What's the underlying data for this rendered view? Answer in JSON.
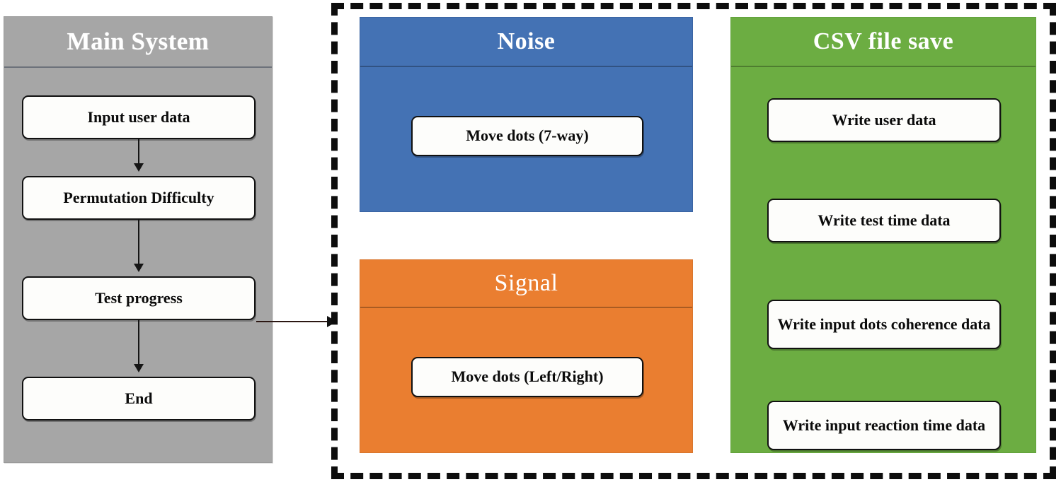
{
  "diagram": {
    "colors": {
      "main_system_bg": "#A6A6A6",
      "noise_bg": "#4472B4",
      "signal_bg": "#EA7E30",
      "csv_bg": "#6CAD42",
      "box_bg": "#FDFDFB",
      "border": "#111111"
    },
    "main_system": {
      "title": "Main System",
      "steps": [
        {
          "label": "Input user data"
        },
        {
          "label": "Permutation Difficulty"
        },
        {
          "label": "Test progress"
        },
        {
          "label": "End"
        }
      ]
    },
    "noise": {
      "title": "Noise",
      "boxes": [
        {
          "label": "Move dots (7-way)"
        }
      ]
    },
    "signal": {
      "title": "Signal",
      "boxes": [
        {
          "label": "Move dots (Left/Right)"
        }
      ]
    },
    "csv": {
      "title": "CSV file save",
      "boxes": [
        {
          "label": "Write user data"
        },
        {
          "label": "Write test time data"
        },
        {
          "label": "Write input dots coherence data"
        },
        {
          "label": "Write input reaction time data"
        }
      ]
    }
  }
}
